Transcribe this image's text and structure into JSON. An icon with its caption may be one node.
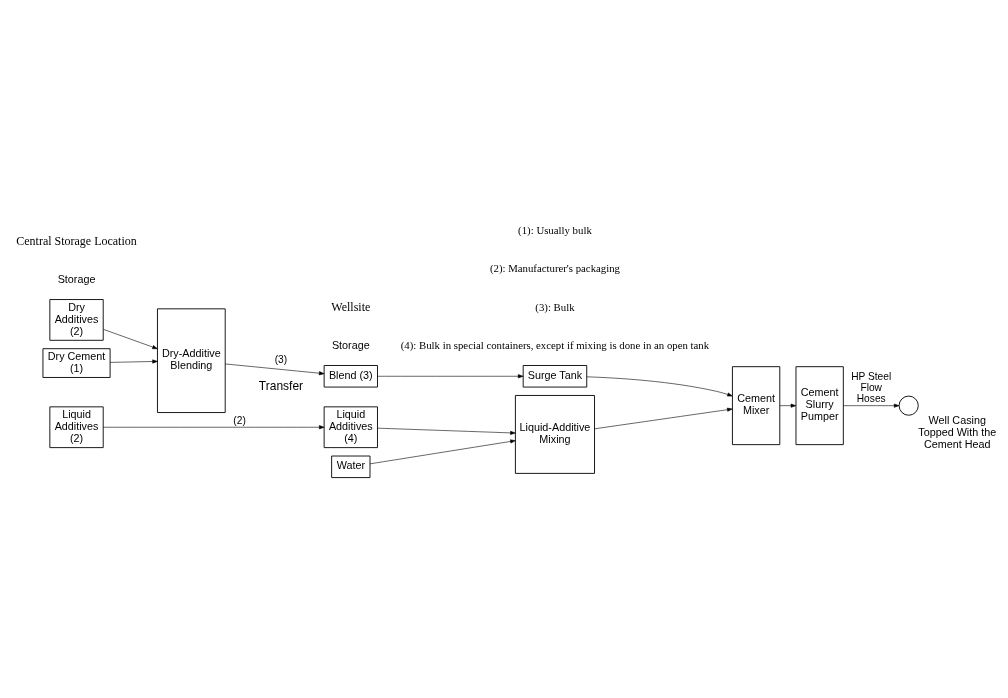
{
  "diagram": {
    "nodes": [
      {
        "text": [
          "Dry Cement (1)"
        ]
      },
      {
        "text": [
          "Dry Additives (2)"
        ]
      },
      {
        "text": [
          "Liquid Additives (2)"
        ]
      },
      {
        "text": [
          "Dry-Additive Blending"
        ]
      },
      {
        "text": [
          "Blend (3)"
        ]
      },
      {
        "text": [
          "Water"
        ]
      },
      {
        "text": [
          "Liquid Additives (4)"
        ]
      },
      {
        "text": [
          "Surge Tank"
        ]
      },
      {
        "text": [
          "Liquid-Additive Mixing"
        ]
      },
      {
        "text": [
          "Cement Mixer"
        ]
      },
      {
        "text": [
          "Cement Slurry Pumper"
        ]
      },
      {
        "text": [],
        "shape": "circle",
        "beside": [
          "Well Casing Topped With the Cement Head"
        ]
      }
    ],
    "edges": [
      {
        "from": 0,
        "to": 3,
        "arrow": "to"
      },
      {
        "from": 1,
        "to": 3,
        "arrow": "to"
      },
      {
        "from": 3,
        "to": 4,
        "arrow": "to",
        "label": "(3)"
      },
      {
        "from": 2,
        "to": 6,
        "arrow": "to",
        "label": "(2)"
      },
      {
        "from": 4,
        "to": 7,
        "arrow": "to"
      },
      {
        "from": 7,
        "to": 9,
        "arrow": "to"
      },
      {
        "from": 5,
        "to": 8,
        "arrow": "to"
      },
      {
        "from": 6,
        "to": 8,
        "arrow": "to"
      },
      {
        "from": 8,
        "to": 9,
        "arrow": "to"
      },
      {
        "from": 9,
        "to": 10,
        "arrow": "to"
      },
      {
        "from": 10,
        "to": 11,
        "arrow": "to",
        "label": "HP Steel Flow Hoses"
      }
    ],
    "labels": [
      "Central Storage Location",
      "Transfer",
      "Wellsite",
      "Storage",
      "Storage",
      "(1): Usually bulk",
      "(2): Manufacturer's packaging",
      "(3): Bulk",
      "(4): Bulk in special containers, except if mixing is done in an open tank"
    ]
  }
}
